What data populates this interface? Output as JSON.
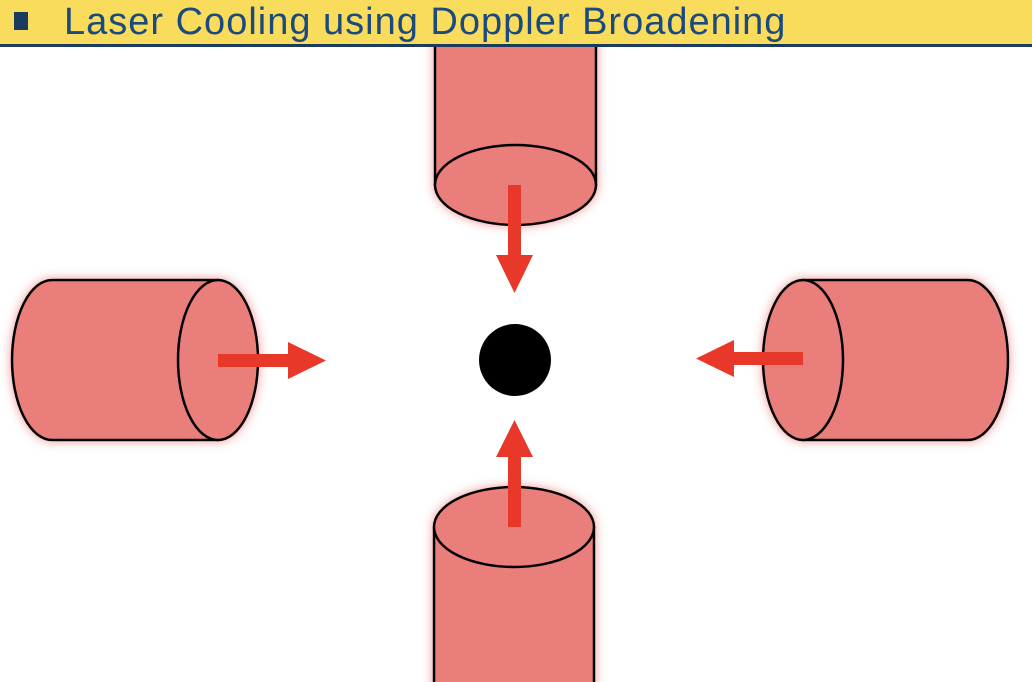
{
  "slide": {
    "title": "Laser Cooling using Doppler Broadening"
  },
  "colors": {
    "title_bar": "#F9DC5C",
    "title_text": "#1A4A7E",
    "laser_fill": "#E97E7A",
    "arrow": "#E8382A",
    "atom": "#000000"
  },
  "diagram": {
    "lasers": [
      "top",
      "left",
      "right",
      "bottom"
    ],
    "atom": "center-dot"
  }
}
